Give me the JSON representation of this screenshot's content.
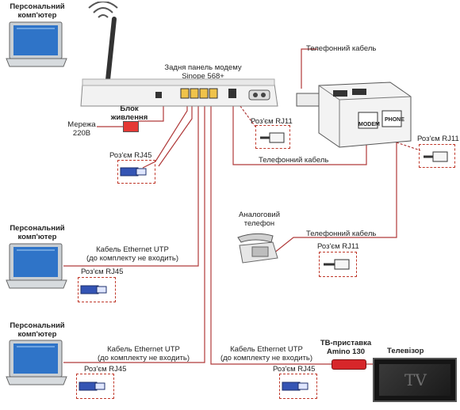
{
  "pc_top": {
    "line1": "Персональний",
    "line2": "комп'ютер"
  },
  "pc_mid": {
    "line1": "Персональний",
    "line2": "комп'ютер"
  },
  "pc_bottom": {
    "line1": "Персональний",
    "line2": "комп'ютер"
  },
  "modem_label": {
    "line1": "Задня панель модему",
    "line2": "Sinope 568+"
  },
  "power_block": {
    "line1": "Блок",
    "line2": "живлення"
  },
  "mains": {
    "line1": "Мережа",
    "line2": "220В"
  },
  "rj45_top": "Роз'єм RJ45",
  "rj11_splitter_left": "Роз'єм RJ11",
  "rj11_splitter_right": "Роз'єм RJ11",
  "phone_cable_top": "Телефонний кабель",
  "phone_cable_mid": "Телефонний кабель",
  "phone_cable_bottom": "Телефонний кабель",
  "splitter_ports": {
    "modem": "MODEM",
    "phone": "PHONE"
  },
  "analog_phone": {
    "line1": "Аналоговий",
    "line2": "телефон"
  },
  "rj11_phone": "Роз'єм RJ11",
  "cable_mid": {
    "line1": "Кабель Ethernet UTP",
    "line2": "(до комплекту не входить)"
  },
  "rj45_mid": "Роз'єм RJ45",
  "cable_bottom": {
    "line1": "Кабель Ethernet UTP",
    "line2": "(до комплекту не входить)"
  },
  "rj45_bottom": "Роз'єм RJ45",
  "cable_tv": {
    "line1": "Кабель Ethernet UTP",
    "line2": "(до комплекту не входить)"
  },
  "stb": {
    "line1": "ТВ-приставка",
    "line2": "Amino 130"
  },
  "rj45_tv": "Роз'єм RJ45",
  "tv_label": "Телевізор",
  "tv_screen_text": "TV"
}
